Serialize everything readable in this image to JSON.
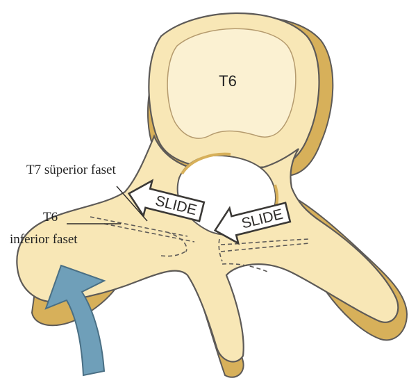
{
  "diagram": {
    "vertebra_label": "T6",
    "labels": {
      "t7_superior_facet": "T7 süperior faset",
      "t6_line1": "T6",
      "t6_line2": "inferior faset"
    },
    "arrows": {
      "left_slide": "SLIDE",
      "right_slide": "SLIDE"
    }
  },
  "colors": {
    "bone_fill": "#f8e7b6",
    "bone_shadow": "#d7b05a",
    "bone_dark": "#c69a3e",
    "outline": "#5d5a57",
    "body_inner": "#fbf1d2",
    "rotation_arrow": "#6f9fb9",
    "slide_arrow_fill": "#ffffff"
  }
}
